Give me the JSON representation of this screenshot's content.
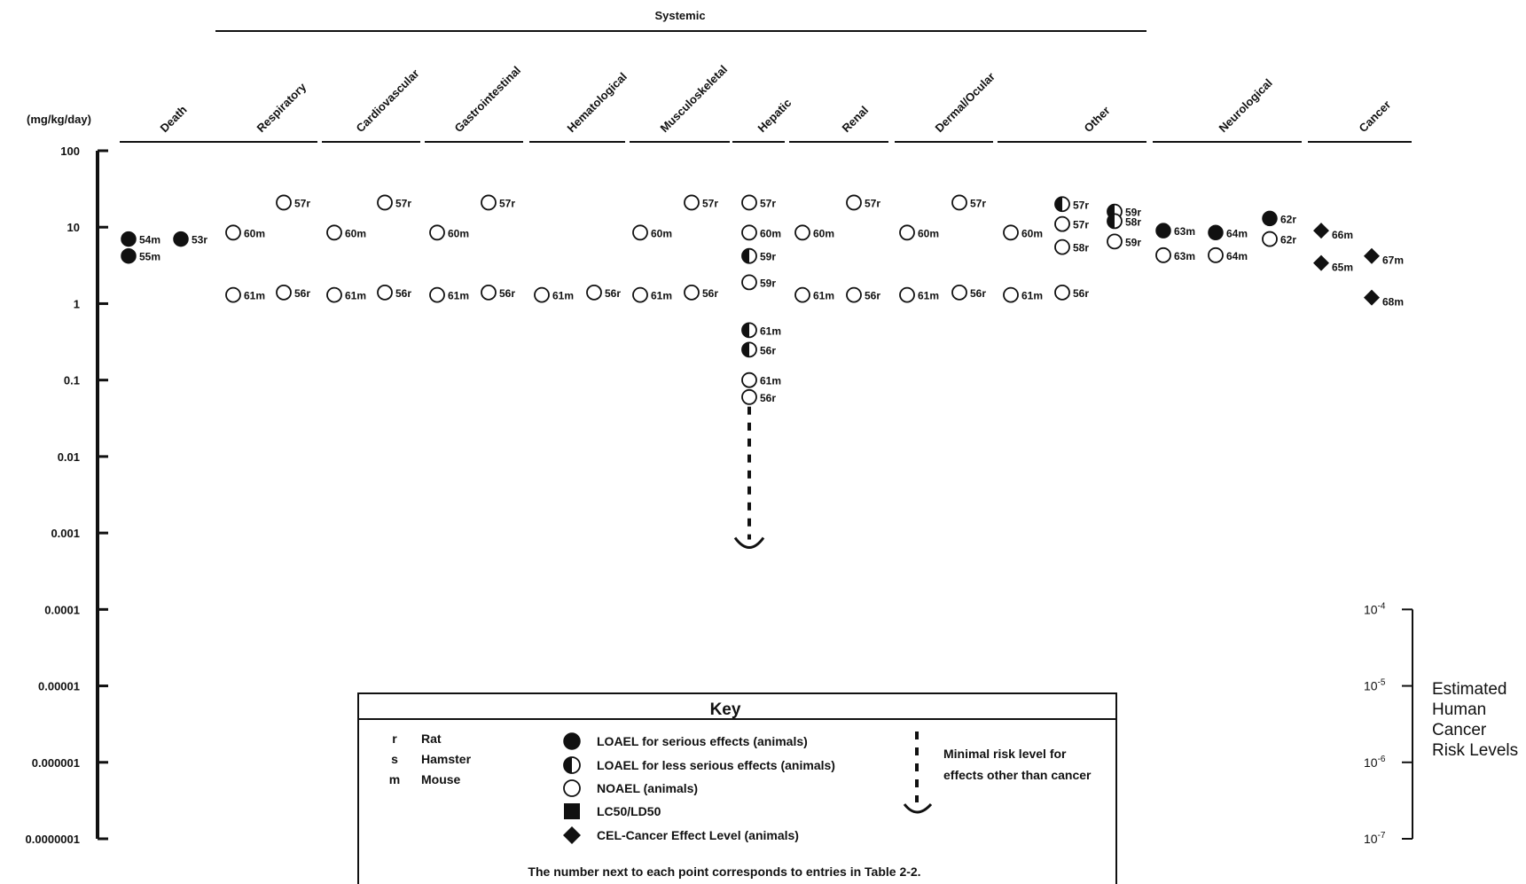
{
  "chart_data": {
    "type": "scatter",
    "group_header": "Systemic",
    "y_unit_label": "(mg/kg/day)",
    "y_scale": "log",
    "ylim": [
      1e-07,
      100
    ],
    "y_ticks": [
      "100",
      "10",
      "1",
      "0.1",
      "0.01",
      "0.001",
      "0.0001",
      "0.00001",
      "0.000001",
      "0.0000001"
    ],
    "categories": [
      "Death",
      "Respiratory",
      "Cardiovascular",
      "Gastrointestinal",
      "Hematological",
      "Musculoskeletal",
      "Hepatic",
      "Renal",
      "Dermal/Ocular",
      "Other",
      "Neurological",
      "Cancer"
    ],
    "points": [
      {
        "category": "Death",
        "value": 7,
        "marker": "filled",
        "label": "54m",
        "slot": 0
      },
      {
        "category": "Death",
        "value": 4.2,
        "marker": "filled",
        "label": "55m",
        "slot": 0
      },
      {
        "category": "Death",
        "value": 7,
        "marker": "filled",
        "label": "53r",
        "slot": 1
      },
      {
        "category": "Respiratory",
        "value": 8.5,
        "marker": "open",
        "label": "60m",
        "slot": 0
      },
      {
        "category": "Respiratory",
        "value": 1.3,
        "marker": "open",
        "label": "61m",
        "slot": 0
      },
      {
        "category": "Respiratory",
        "value": 21,
        "marker": "open",
        "label": "57r",
        "slot": 1
      },
      {
        "category": "Respiratory",
        "value": 1.4,
        "marker": "open",
        "label": "56r",
        "slot": 1
      },
      {
        "category": "Cardiovascular",
        "value": 8.5,
        "marker": "open",
        "label": "60m",
        "slot": 0
      },
      {
        "category": "Cardiovascular",
        "value": 1.3,
        "marker": "open",
        "label": "61m",
        "slot": 0
      },
      {
        "category": "Cardiovascular",
        "value": 21,
        "marker": "open",
        "label": "57r",
        "slot": 1
      },
      {
        "category": "Cardiovascular",
        "value": 1.4,
        "marker": "open",
        "label": "56r",
        "slot": 1
      },
      {
        "category": "Gastrointestinal",
        "value": 8.5,
        "marker": "open",
        "label": "60m",
        "slot": 0
      },
      {
        "category": "Gastrointestinal",
        "value": 1.3,
        "marker": "open",
        "label": "61m",
        "slot": 0
      },
      {
        "category": "Gastrointestinal",
        "value": 21,
        "marker": "open",
        "label": "57r",
        "slot": 1
      },
      {
        "category": "Gastrointestinal",
        "value": 1.4,
        "marker": "open",
        "label": "56r",
        "slot": 1
      },
      {
        "category": "Hematological",
        "value": 1.3,
        "marker": "open",
        "label": "61m",
        "slot": 0
      },
      {
        "category": "Hematological",
        "value": 1.4,
        "marker": "open",
        "label": "56r",
        "slot": 1
      },
      {
        "category": "Musculoskeletal",
        "value": 8.5,
        "marker": "open",
        "label": "60m",
        "slot": 0
      },
      {
        "category": "Musculoskeletal",
        "value": 1.3,
        "marker": "open",
        "label": "61m",
        "slot": 0
      },
      {
        "category": "Musculoskeletal",
        "value": 21,
        "marker": "open",
        "label": "57r",
        "slot": 1
      },
      {
        "category": "Musculoskeletal",
        "value": 1.4,
        "marker": "open",
        "label": "56r",
        "slot": 1
      },
      {
        "category": "Hepatic",
        "value": 21,
        "marker": "open",
        "label": "57r",
        "slot": 0
      },
      {
        "category": "Hepatic",
        "value": 8.5,
        "marker": "open",
        "label": "60m",
        "slot": 0
      },
      {
        "category": "Hepatic",
        "value": 4.2,
        "marker": "half",
        "label": "59r",
        "slot": 0
      },
      {
        "category": "Hepatic",
        "value": 1.9,
        "marker": "open",
        "label": "59r",
        "slot": 0
      },
      {
        "category": "Hepatic",
        "value": 0.45,
        "marker": "half",
        "label": "61m",
        "slot": 0
      },
      {
        "category": "Hepatic",
        "value": 0.25,
        "marker": "half",
        "label": "56r",
        "slot": 0
      },
      {
        "category": "Hepatic",
        "value": 0.1,
        "marker": "open",
        "label": "61m",
        "slot": 0
      },
      {
        "category": "Hepatic",
        "value": 0.06,
        "marker": "open",
        "label": "56r",
        "slot": 0
      },
      {
        "category": "Renal",
        "value": 8.5,
        "marker": "open",
        "label": "60m",
        "slot": 0
      },
      {
        "category": "Renal",
        "value": 1.3,
        "marker": "open",
        "label": "61m",
        "slot": 0
      },
      {
        "category": "Renal",
        "value": 21,
        "marker": "open",
        "label": "57r",
        "slot": 1
      },
      {
        "category": "Renal",
        "value": 1.3,
        "marker": "open",
        "label": "56r",
        "slot": 1
      },
      {
        "category": "Dermal/Ocular",
        "value": 8.5,
        "marker": "open",
        "label": "60m",
        "slot": 0
      },
      {
        "category": "Dermal/Ocular",
        "value": 1.3,
        "marker": "open",
        "label": "61m",
        "slot": 0
      },
      {
        "category": "Dermal/Ocular",
        "value": 21,
        "marker": "open",
        "label": "57r",
        "slot": 1
      },
      {
        "category": "Dermal/Ocular",
        "value": 1.4,
        "marker": "open",
        "label": "56r",
        "slot": 1
      },
      {
        "category": "Other",
        "value": 8.5,
        "marker": "open",
        "label": "60m",
        "slot": 0
      },
      {
        "category": "Other",
        "value": 1.3,
        "marker": "open",
        "label": "61m",
        "slot": 0
      },
      {
        "category": "Other",
        "value": 20,
        "marker": "half",
        "label": "57r",
        "slot": 1
      },
      {
        "category": "Other",
        "value": 11,
        "marker": "open",
        "label": "57r",
        "slot": 1
      },
      {
        "category": "Other",
        "value": 5.5,
        "marker": "open",
        "label": "58r",
        "slot": 1
      },
      {
        "category": "Other",
        "value": 1.4,
        "marker": "open",
        "label": "56r",
        "slot": 1
      },
      {
        "category": "Other",
        "value": 16,
        "marker": "half",
        "label": "59r",
        "slot": 2
      },
      {
        "category": "Other",
        "value": 12,
        "marker": "half",
        "label": "58r",
        "slot": 2
      },
      {
        "category": "Other",
        "value": 6.5,
        "marker": "open",
        "label": "59r",
        "slot": 2
      },
      {
        "category": "Neurological",
        "value": 9,
        "marker": "filled",
        "label": "63m",
        "slot": 0
      },
      {
        "category": "Neurological",
        "value": 4.3,
        "marker": "open",
        "label": "63m",
        "slot": 0
      },
      {
        "category": "Neurological",
        "value": 8.5,
        "marker": "filled",
        "label": "64m",
        "slot": 1
      },
      {
        "category": "Neurological",
        "value": 4.3,
        "marker": "open",
        "label": "64m",
        "slot": 1
      },
      {
        "category": "Neurological",
        "value": 13,
        "marker": "filled",
        "label": "62r",
        "slot": 2
      },
      {
        "category": "Neurological",
        "value": 7,
        "marker": "open",
        "label": "62r",
        "slot": 2
      },
      {
        "category": "Cancer",
        "value": 9,
        "marker": "diamond",
        "label": "66m",
        "slot": 0
      },
      {
        "category": "Cancer",
        "value": 3.4,
        "marker": "diamond",
        "label": "65m",
        "slot": 0
      },
      {
        "category": "Cancer",
        "value": 4.2,
        "marker": "diamond",
        "label": "67m",
        "slot": 1
      },
      {
        "category": "Cancer",
        "value": 1.2,
        "marker": "diamond",
        "label": "68m",
        "slot": 1
      }
    ],
    "mrl": {
      "category": "Hepatic",
      "from": 0.045,
      "to": 0.0007
    },
    "risk_levels": {
      "caption": [
        "Estimated",
        "Human",
        "Cancer",
        "Risk Levels"
      ],
      "ticks": [
        {
          "base": "10",
          "exp": "-4",
          "value": 0.0001
        },
        {
          "base": "10",
          "exp": "-5",
          "value": 1e-05
        },
        {
          "base": "10",
          "exp": "-6",
          "value": 1e-06
        },
        {
          "base": "10",
          "exp": "-7",
          "value": 1e-07
        }
      ]
    }
  },
  "key": {
    "title": "Key",
    "species": [
      {
        "code": "r",
        "name": "Rat"
      },
      {
        "code": "s",
        "name": "Hamster"
      },
      {
        "code": "m",
        "name": "Mouse"
      }
    ],
    "symbols": [
      {
        "marker": "filled",
        "label": "LOAEL for serious effects (animals)"
      },
      {
        "marker": "half",
        "label": "LOAEL for less serious effects (animals)"
      },
      {
        "marker": "open",
        "label": "NOAEL (animals)"
      },
      {
        "marker": "square",
        "label": "LC50/LD50"
      },
      {
        "marker": "diamond",
        "label": "CEL-Cancer Effect Level (animals)"
      }
    ],
    "mrl_label": [
      "Minimal risk level for",
      "effects other than cancer"
    ],
    "footnote": "The number next to each point corresponds to entries in Table 2-2."
  }
}
